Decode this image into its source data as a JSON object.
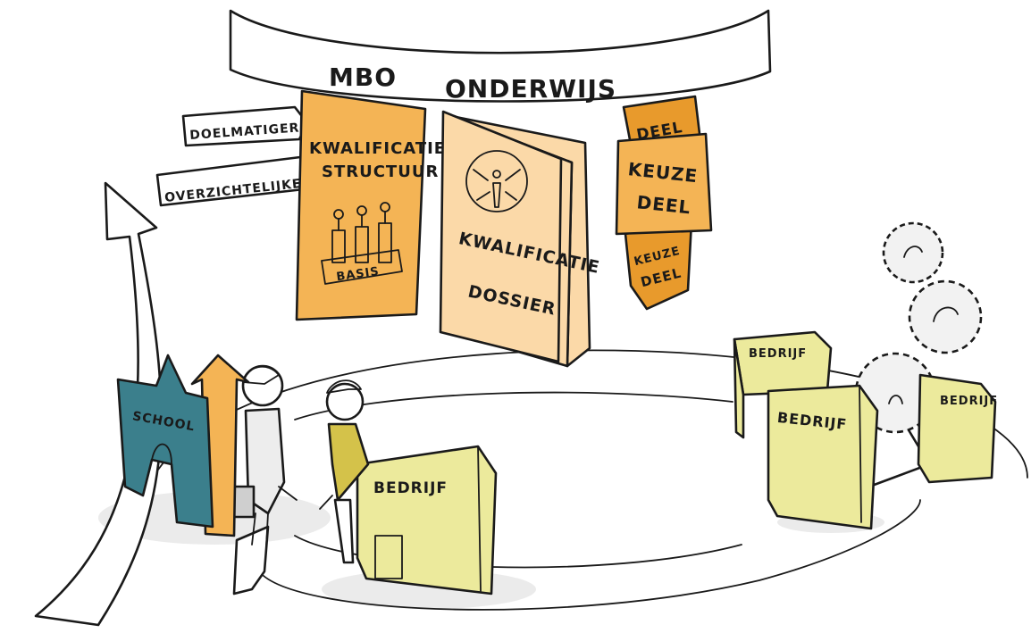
{
  "banner": {
    "title_left": "MBO",
    "title_right": "ONDERWIJS"
  },
  "tags": {
    "doelmatiger": "DOELMATIGER",
    "overzichtelijker": "OVERZICHTELIJKER"
  },
  "kwalificatiestructuur": {
    "line1": "KWALIFICATIE",
    "line2": "STRUCTUUR",
    "base_label": "BASIS"
  },
  "kwalificatiedossier": {
    "line1": "KWALIFICATIE",
    "line2": "DOSSIER"
  },
  "keuzedeel": {
    "top_label": "DEEL",
    "middle_line1": "KEUZE",
    "middle_line2": "DEEL",
    "bottom_line1": "KEUZE",
    "bottom_line2": "DEEL"
  },
  "school": {
    "label": "SCHOOL"
  },
  "bedrijven": [
    "BEDRIJF",
    "BEDRIJF",
    "BEDRIJF",
    "BEDRIJF"
  ],
  "colors": {
    "orange": "#f4b455",
    "orange_dark": "#e89a2c",
    "paper": "#fbd9a8",
    "teal": "#3b7f8c",
    "yellow": "#ecea9c",
    "gear": "#f2f2f2"
  }
}
